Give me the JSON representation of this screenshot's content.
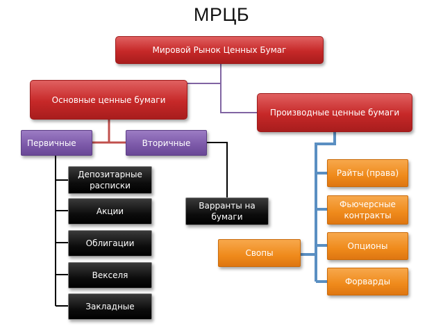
{
  "title": "МРЦБ",
  "nodes": {
    "world_market": "Мировой Рынок Ценных Бумаг",
    "main_securities": "Основные ценные бумаги",
    "derivative_securities": "Производные ценные бумаги",
    "primary": "Первичные",
    "secondary": "Вторичные",
    "depositary_receipts": "Депозитарные расписки",
    "shares": "Акции",
    "bonds": "Облигации",
    "bills": "Векселя",
    "mortgages": "Закладные",
    "warrants": "Варранты на бумаги",
    "swaps": "Свопы",
    "rights": "Райты (права)",
    "futures": "Фьючерсные контракты",
    "options": "Опционы",
    "forwards": "Форварды"
  },
  "colors": {
    "red": "#c62828",
    "purple": "#7b58a8",
    "black": "#000000",
    "orange": "#ef8a1b",
    "blue_connector": "#5a8fc2",
    "purple_connector": "#8064a2",
    "red_connector": "#c0504d"
  }
}
